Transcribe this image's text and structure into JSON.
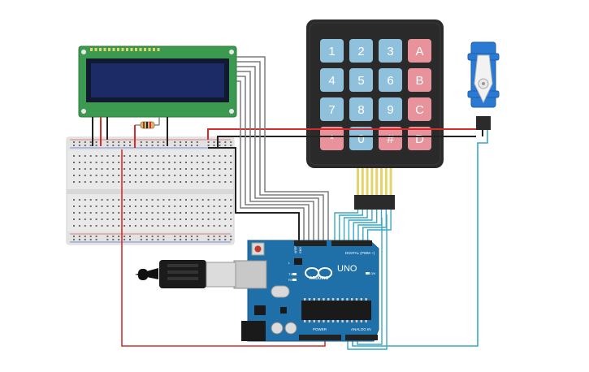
{
  "keypad": {
    "keys": [
      "1",
      "2",
      "3",
      "A",
      "4",
      "5",
      "6",
      "B",
      "7",
      "8",
      "9",
      "C",
      "*",
      "0",
      "#",
      "D"
    ],
    "digit_key_color": "#8fc1dc",
    "letter_key_color": "#e8939b",
    "body_color": "#2a2a2a"
  },
  "arduino": {
    "logo_text": "UNO",
    "brand_text": "ARDUINO",
    "digital_header_label": "DIGITAL (PWM ~)",
    "power_label": "POWER",
    "analog_label": "ANALOG IN",
    "aref_label": "AREF",
    "gnd_label": "GND",
    "tx_label": "TX",
    "rx_label": "RX",
    "on_label": "ON",
    "l_label": "L",
    "board_color": "#1f6fa8"
  },
  "lcd": {
    "pcb_color": "#3c9a50",
    "screen_color": "#1c2b66"
  },
  "colors": {
    "wire_red": "#d62c2c",
    "wire_black": "#222222",
    "wire_gray": "#7c7c7c",
    "wire_teal": "#3aa7c6",
    "servo_blue": "#2a7ad4"
  }
}
